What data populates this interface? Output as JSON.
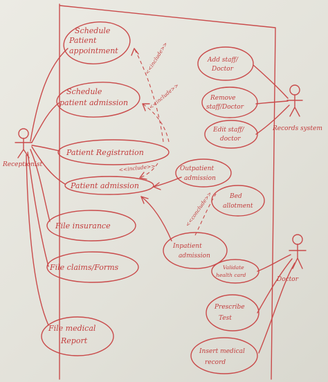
{
  "diagram": {
    "actors": {
      "receptionist": "Receptionist",
      "records_system": "Records system",
      "doctor": "Doctor"
    },
    "use_cases": {
      "schedule_appointment": [
        "Schedule",
        "Patient",
        "appointment"
      ],
      "schedule_admission": [
        "Schedule",
        "patient admission"
      ],
      "patient_registration": [
        "Patient Registration"
      ],
      "patient_admission": [
        "Patient admission"
      ],
      "file_insurance": [
        "File insurance"
      ],
      "file_claims": [
        "File claims/Forms"
      ],
      "file_medical_report": [
        "File medical",
        "Report"
      ],
      "add_staff": [
        "Add staff/",
        "Doctor"
      ],
      "remove_staff": [
        "Remove",
        "staff/Doctor"
      ],
      "edit_staff": [
        "Edit staff/",
        "doctor"
      ],
      "outpatient_admission": [
        "Outpatient",
        "admission"
      ],
      "bed_allotment": [
        "Bed",
        "allotment"
      ],
      "inpatient_admission": [
        "Inpatient",
        "admission"
      ],
      "validate_health_card": [
        "Validate",
        "health card"
      ],
      "prescribe_test": [
        "Prescribe",
        "Test"
      ],
      "insert_medical_record": [
        "Insert medical",
        "record"
      ]
    },
    "stereotypes": {
      "include_1": "<<include>>",
      "include_2": "<<include>>",
      "include_3": "<<include>>",
      "conclude": "<<conclude>>"
    }
  }
}
